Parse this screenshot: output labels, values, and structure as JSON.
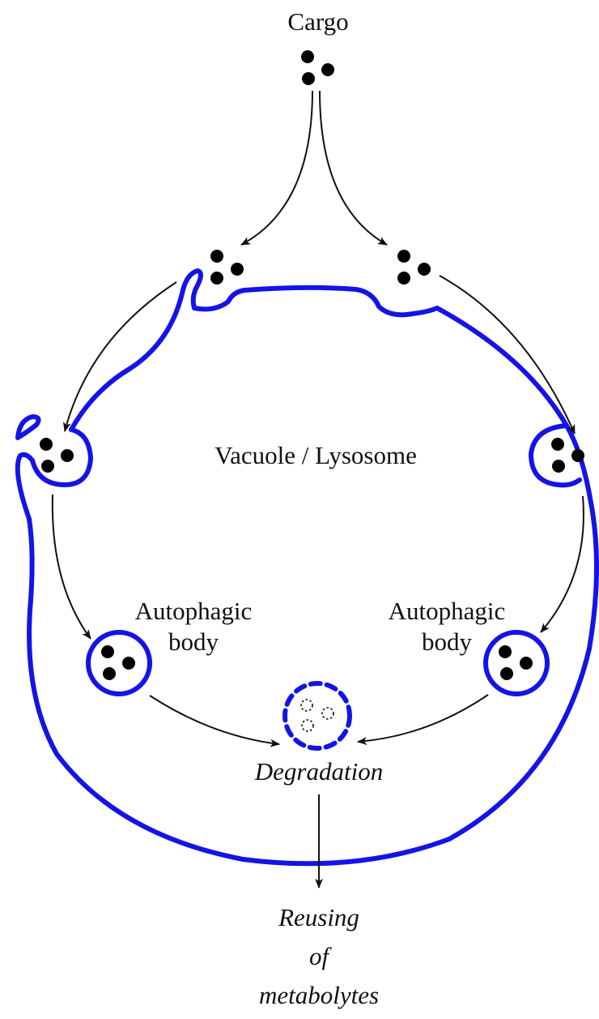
{
  "labels": {
    "cargo": "Cargo",
    "vacuole": "Vacuole / Lysosome",
    "autophagic_body_left": [
      "Autophagic",
      "body"
    ],
    "autophagic_body_right": [
      "Autophagic",
      "body"
    ],
    "degradation": "Degradation",
    "reusing": [
      "Reusing",
      "of",
      "metabolytes"
    ]
  },
  "colors": {
    "membrane": "#1414e6",
    "cargo": "#000000",
    "arrow": "#111111"
  }
}
